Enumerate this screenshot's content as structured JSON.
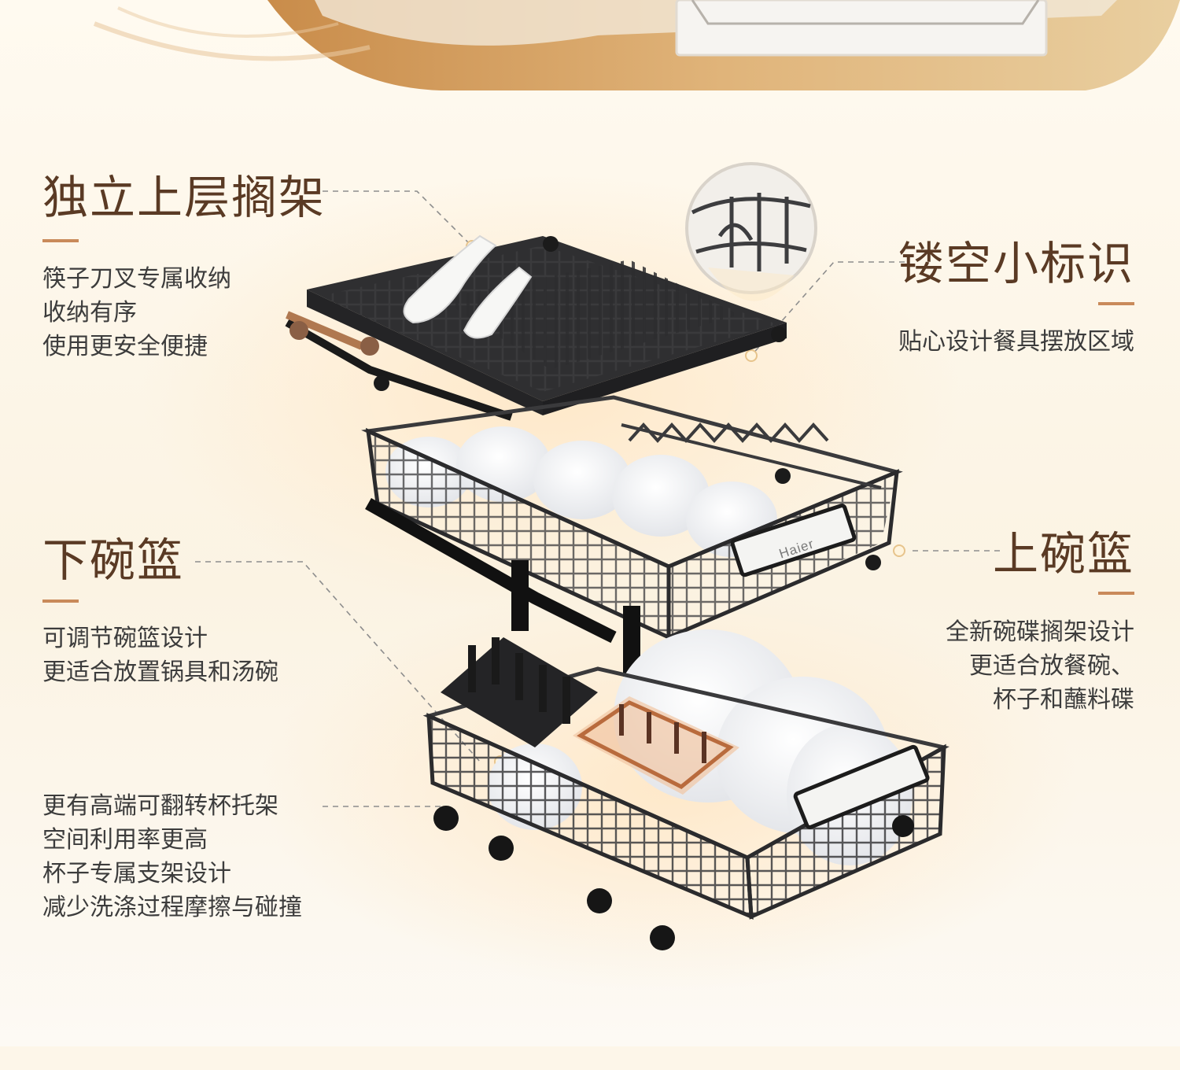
{
  "brand_logo": "Haier",
  "features": [
    {
      "title": "独立上层搁架",
      "lines": [
        "筷子刀叉专属收纳",
        "收纳有序",
        "使用更安全便捷"
      ]
    },
    {
      "title": "镂空小标识",
      "lines": [
        "贴心设计餐具摆放区域"
      ]
    },
    {
      "title": "下碗篮",
      "lines": [
        "可调节碗篮设计",
        "更适合放置锅具和汤碗"
      ]
    },
    {
      "title": "上碗篮",
      "lines": [
        "全新碗碟搁架设计",
        "更适合放餐碗、",
        "杯子和蘸料碟"
      ]
    }
  ],
  "cup_rack_note": [
    "更有高端可翻转杯托架",
    "空间利用率更高",
    "杯子专属支架设计",
    "减少洗涤过程摩擦与碰撞"
  ],
  "colors": {
    "heading": "#5a3a24",
    "accent_rule": "#c98a5a",
    "body_text": "#3c3c3c",
    "background": "#fbf8f1",
    "rack_metal": "#3a3a3c"
  }
}
